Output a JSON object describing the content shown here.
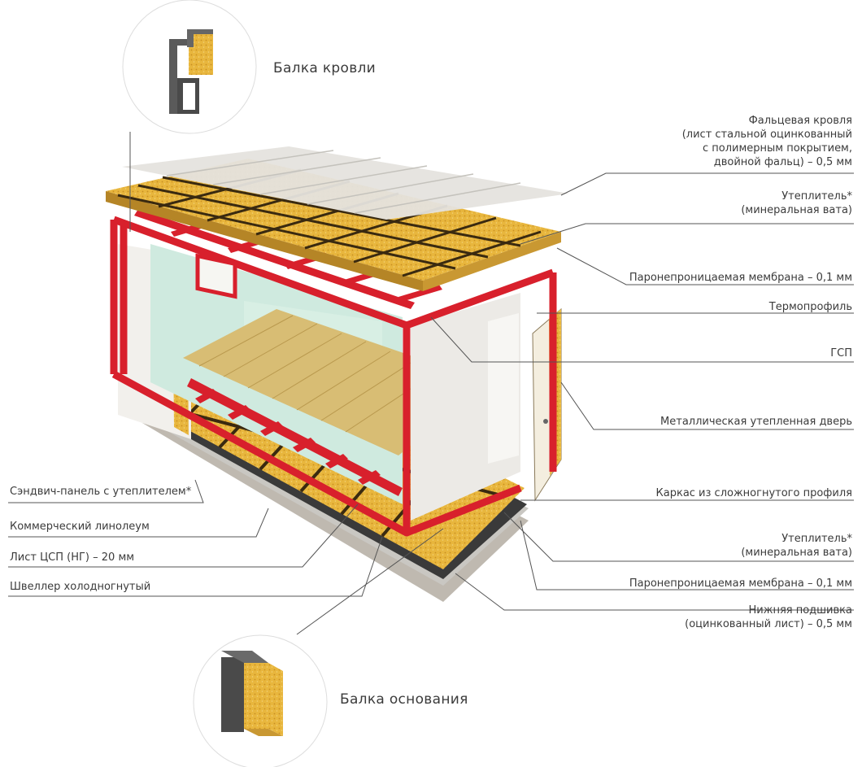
{
  "detail_roof": {
    "label": "Балка кровли"
  },
  "detail_base": {
    "label": "Балка основания"
  },
  "labels_right": [
    {
      "lines": [
        "Фальцевая кровля",
        "(лист стальной оцинкованный",
        "с полимерным покрытием,",
        "двойной фальц) – 0,5 мм"
      ]
    },
    {
      "lines": [
        "Утеплитель*",
        "(минеральная вата)"
      ]
    },
    {
      "lines": [
        "Паронепроницаемая мембрана – 0,1 мм"
      ]
    },
    {
      "lines": [
        "Термопрофиль"
      ]
    },
    {
      "lines": [
        "ГСП"
      ]
    },
    {
      "lines": [
        "Металлическая утепленная дверь"
      ]
    },
    {
      "lines": [
        "Каркас из сложногнутого профиля"
      ]
    },
    {
      "lines": [
        "Утеплитель*",
        "(минеральная вата)"
      ]
    },
    {
      "lines": [
        "Паронепроницаемая мембрана – 0,1 мм"
      ]
    },
    {
      "lines": [
        "Нижняя подшивка",
        "(оцинкованный лист) – 0,5 мм"
      ]
    }
  ],
  "labels_left": [
    {
      "lines": [
        "Сэндвич-панель с утеплителем*"
      ]
    },
    {
      "lines": [
        "Коммерческий линолеум"
      ]
    },
    {
      "lines": [
        "Лист ЦСП (НГ) – 20 мм"
      ]
    },
    {
      "lines": [
        "Швеллер холодногнутый"
      ]
    }
  ],
  "colors": {
    "frame_red": "#d8202c",
    "insulation": "#e9b840",
    "wall_mint": "#bfe3d3",
    "floor_wood": "#d9bf78",
    "roof_sheet": "#e4e2dc",
    "leader": "#555555"
  }
}
